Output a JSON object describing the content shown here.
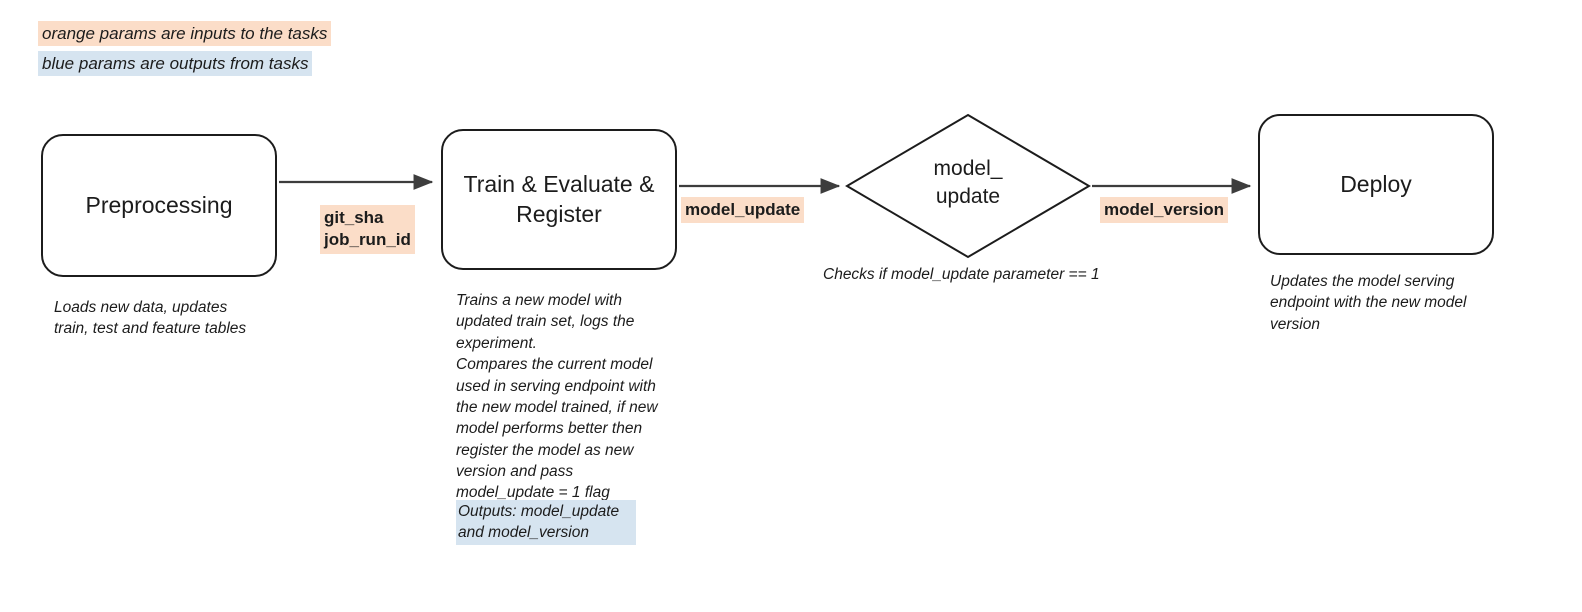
{
  "legend": {
    "orange": "orange params are inputs to the tasks",
    "blue": "blue params are outputs from tasks"
  },
  "colors": {
    "orange_highlight": "#fbddc8",
    "blue_highlight": "#d6e4f0",
    "stroke": "#1c1c1c",
    "node_fill": "#ffffff",
    "background": "#ffffff"
  },
  "nodes": {
    "preprocessing": {
      "label": "Preprocessing",
      "shape": "rounded-rectangle",
      "caption": "Loads new data, updates\ntrain, test and feature tables"
    },
    "train": {
      "label": "Train & Evaluate &\nRegister",
      "shape": "rounded-rectangle",
      "caption": "Trains a new model with\nupdated train set, logs the\nexperiment.\nCompares the current model\nused in serving endpoint with\nthe new model trained, if new\nmodel performs better then\nregister the model as new\nversion and pass\nmodel_update = 1 flag",
      "outputs_note": "Outputs: model_update\nand model_version"
    },
    "decision": {
      "label": "model_\nupdate",
      "shape": "diamond",
      "caption": "Checks if model_update parameter == 1"
    },
    "deploy": {
      "label": "Deploy",
      "shape": "rounded-rectangle",
      "caption": "Updates the model serving\nendpoint with the new model\nversion"
    }
  },
  "edges": {
    "preprocessing_to_train": "git_sha\njob_run_id",
    "train_to_decision": "model_update",
    "decision_to_deploy": "model_version"
  }
}
